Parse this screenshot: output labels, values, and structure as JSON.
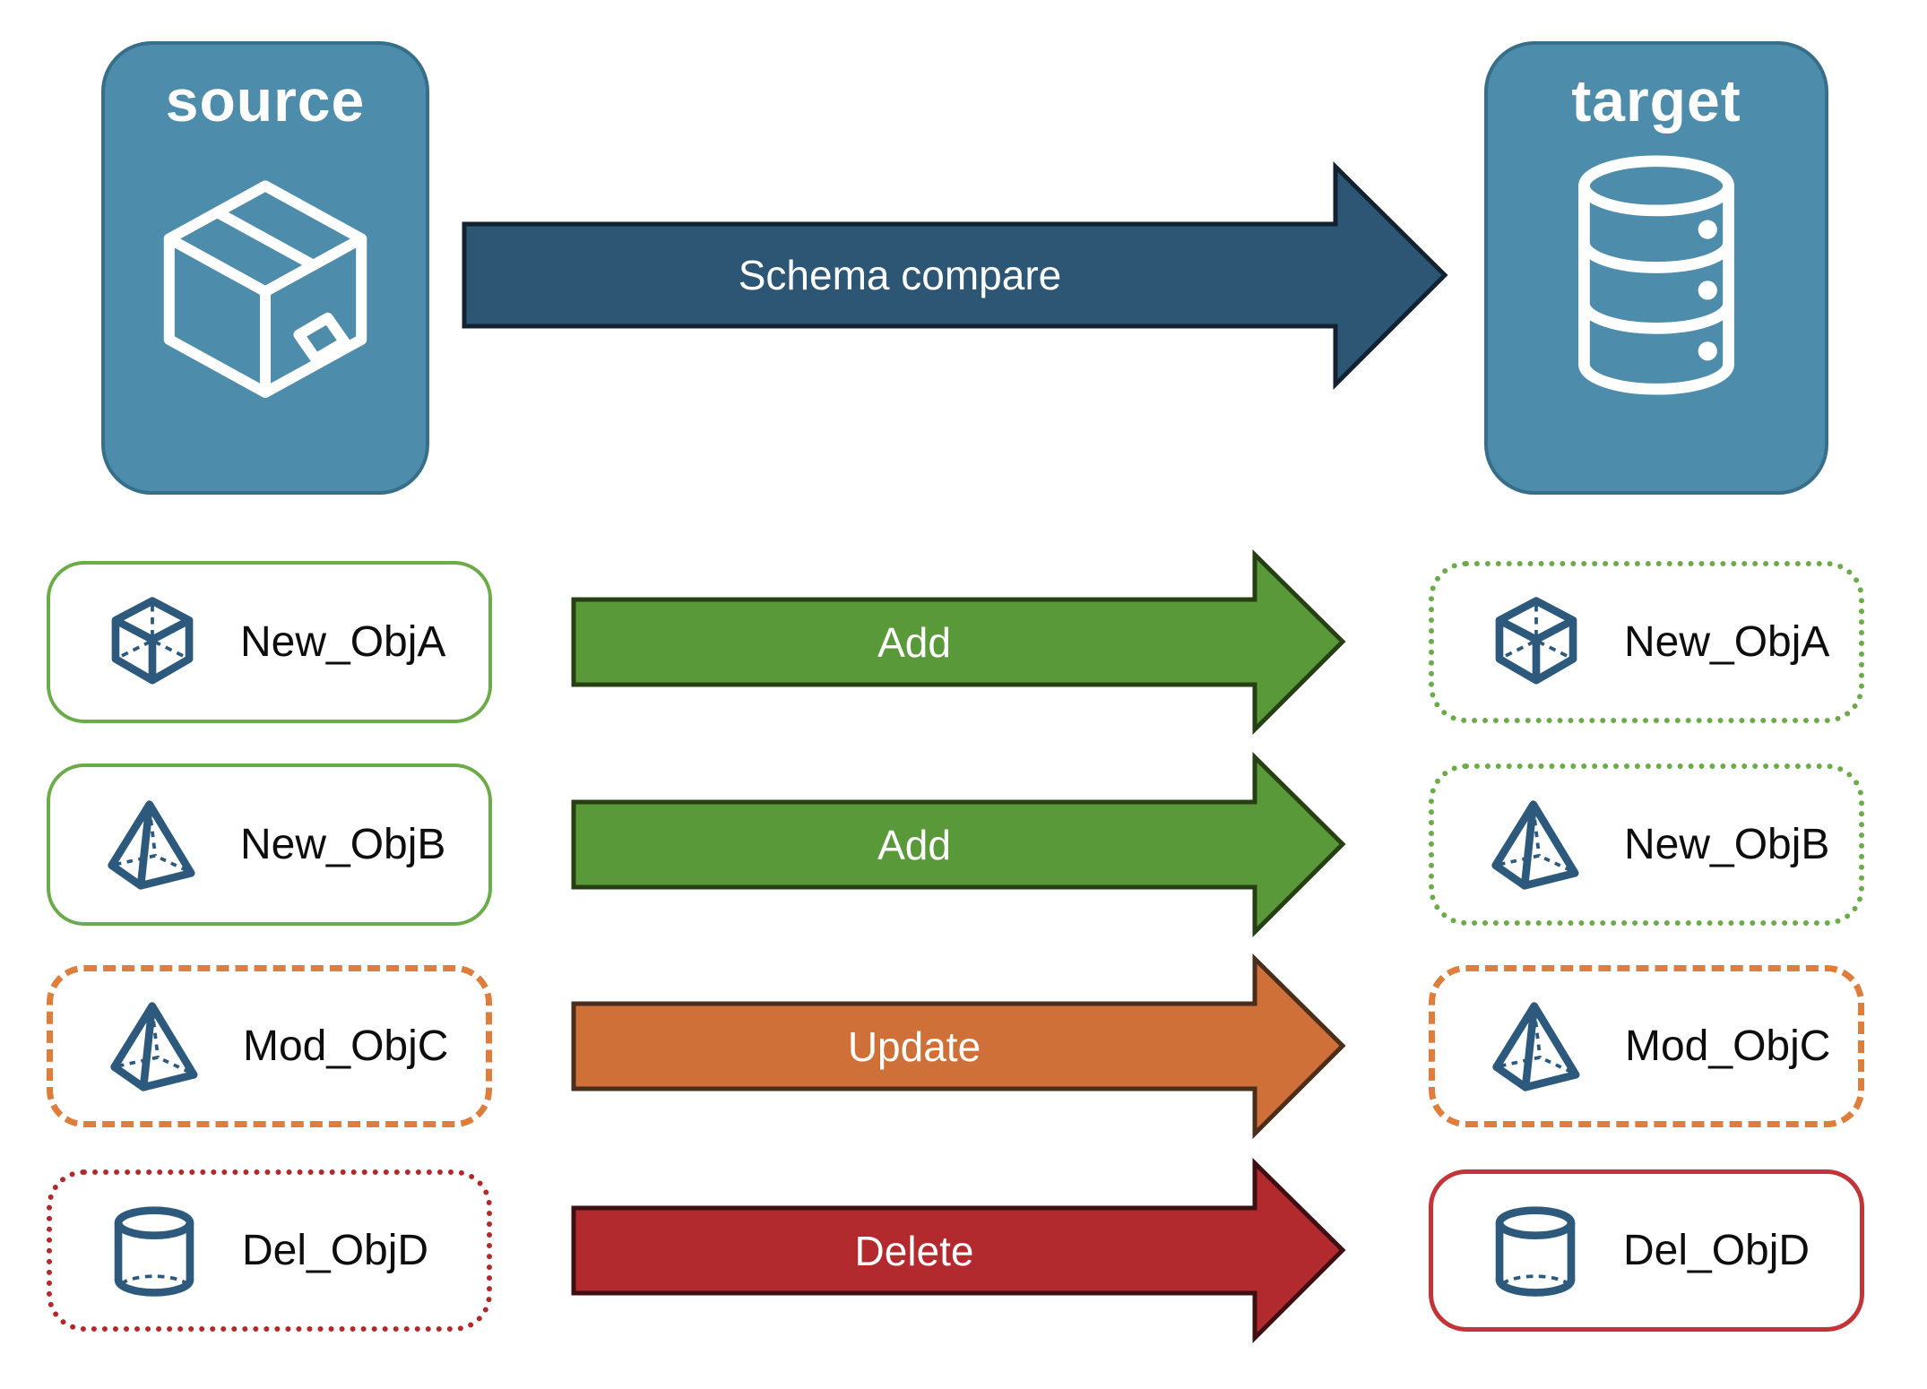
{
  "source": {
    "title": "source",
    "icon": "package-icon"
  },
  "target": {
    "title": "target",
    "icon": "database-icon"
  },
  "compare_arrow": {
    "label": "Schema compare"
  },
  "rows": [
    {
      "source_label": "New_ObjA",
      "target_label": "New_ObjA",
      "action": "Add",
      "icon": "cube-icon",
      "source_style": "green-solid",
      "target_style": "green-dotted"
    },
    {
      "source_label": "New_ObjB",
      "target_label": "New_ObjB",
      "action": "Add",
      "icon": "pyramid-icon",
      "source_style": "green-solid",
      "target_style": "green-dotted"
    },
    {
      "source_label": "Mod_ObjC",
      "target_label": "Mod_ObjC",
      "action": "Update",
      "icon": "pyramid-icon",
      "source_style": "orange-dashed",
      "target_style": "orange-dashed"
    },
    {
      "source_label": "Del_ObjD",
      "target_label": "Del_ObjD",
      "action": "Delete",
      "icon": "cylinder-icon",
      "source_style": "red-dotted",
      "target_style": "red-solid"
    }
  ],
  "colors": {
    "node_fill": "#4D8CAB",
    "node_border": "#376F8B",
    "compare_arrow_fill": "#2D5674",
    "add_arrow_fill": "#599939",
    "update_arrow_fill": "#CF7039",
    "delete_arrow_fill": "#B2292E",
    "green_outline": "#6CAB49",
    "orange_outline": "#DE7E3D",
    "red_outline": "#B1292A",
    "red_solid_outline": "#C23437",
    "object_icon_blue": "#2D5A7C"
  }
}
